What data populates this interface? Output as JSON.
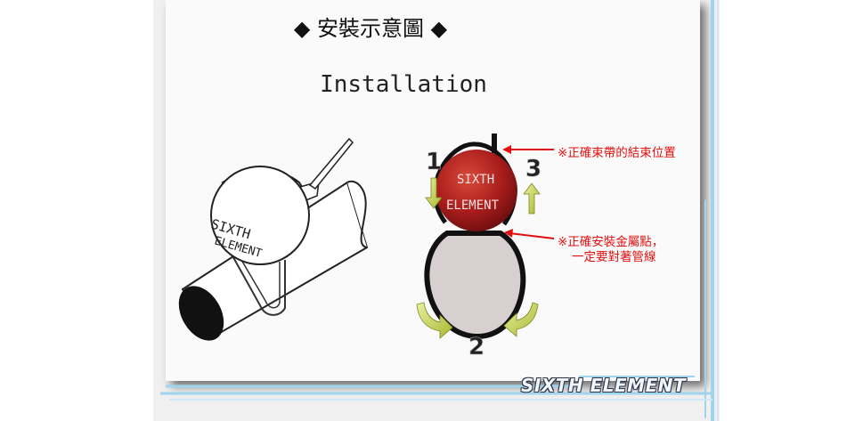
{
  "title_cn": "◆ 安裝示意圖 ◆",
  "title_en": "Installation",
  "left_ball": {
    "line1": "SIXTH",
    "line2": "ELEMENT"
  },
  "right_ball": {
    "line1": "SIXTH",
    "line2": "ELEMENT"
  },
  "steps": {
    "one": "1",
    "two": "2",
    "three": "3"
  },
  "notes": {
    "note1": "※正確束帶的結束位置",
    "note2_line1": "※正確安裝金屬點，",
    "note2_line2": "一定要對著管線"
  },
  "brand": "SIXTH ELEMENT",
  "colors": {
    "accent_blue": "#9fd4ee",
    "red_ball": "#a81c1c",
    "note_red": "#e01010",
    "arrow_green": "#c6d84a"
  }
}
